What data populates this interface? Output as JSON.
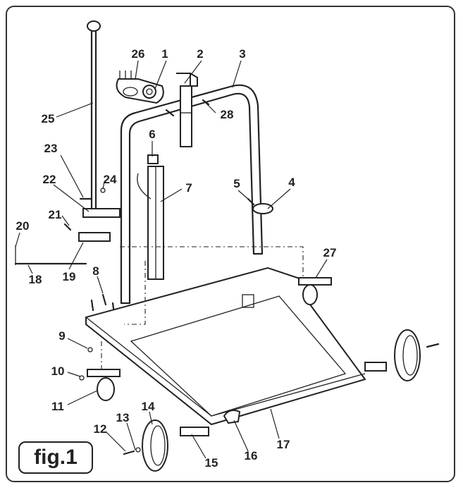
{
  "figure_label": "fig.1",
  "callouts": {
    "c1": "1",
    "c2": "2",
    "c3": "3",
    "c4": "4",
    "c5": "5",
    "c6": "6",
    "c7": "7",
    "c8": "8",
    "c9": "9",
    "c10": "10",
    "c11": "11",
    "c12": "12",
    "c13": "13",
    "c14": "14",
    "c15": "15",
    "c16": "16",
    "c17": "17",
    "c18": "18",
    "c19": "19",
    "c20": "20",
    "c21": "21",
    "c22": "22",
    "c23": "23",
    "c24": "24",
    "c25": "25",
    "c26": "26",
    "c27": "27",
    "c28": "28"
  }
}
